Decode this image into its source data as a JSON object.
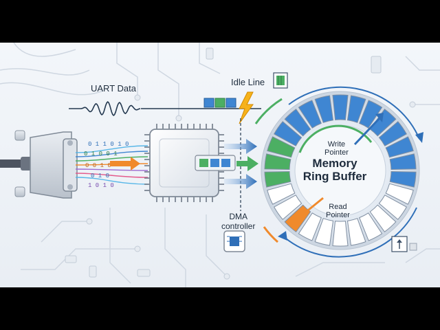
{
  "labels": {
    "uart_data": "UART Data",
    "idle_line": "Idle Line",
    "write_pointer_line1": "Write",
    "write_pointer_line2": "Pointer",
    "read_pointer_line1": "Read",
    "read_pointer_line2": "Pointer",
    "memory_line1": "Memory",
    "memory_line2": "Ring Buffer",
    "dma_line1": "DMA",
    "dma_line2": "controller"
  },
  "bit_streams": [
    "0 1 1 0 1 0",
    "0 1 0 0 1",
    "0 0 1 0",
    "0 1 0",
    "1 0 1 0"
  ],
  "ring_buffer": {
    "segments": 26,
    "colors": {
      "blue": "#3f86d2",
      "green": "#4caf63",
      "orange": "#f08a2c",
      "empty": "#ffffff"
    }
  },
  "colors": {
    "accent_blue": "#2f6fb8",
    "accent_green": "#4caf63",
    "accent_orange": "#f08a2c",
    "bolt": "#f6b21b"
  }
}
